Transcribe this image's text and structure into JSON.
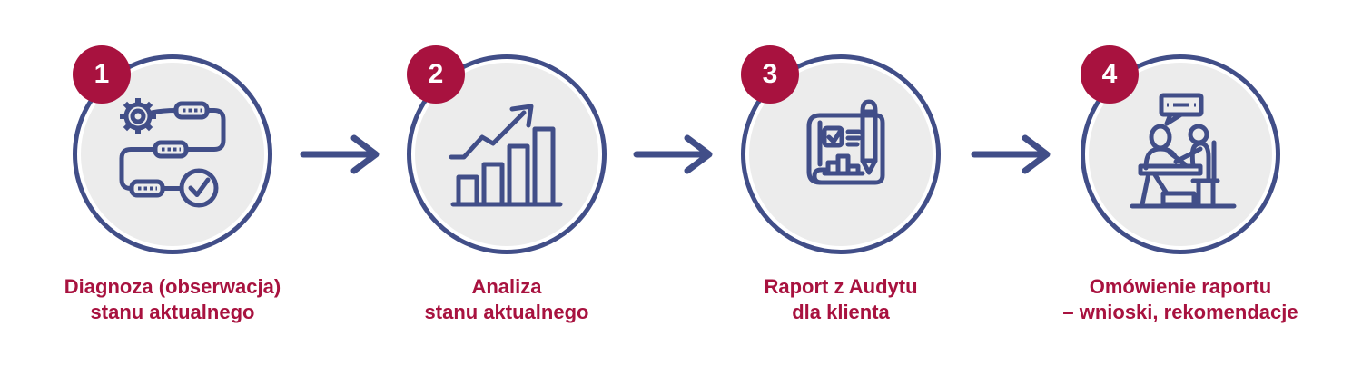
{
  "colors": {
    "accent_red": "#a8123f",
    "navy": "#414e88",
    "circle_fill": "#ececec",
    "background": "#ffffff",
    "badge_text": "#ffffff"
  },
  "connector_icon": "right-arrow-icon",
  "steps": [
    {
      "number": "1",
      "icon": "process-flow-icon",
      "label_line1": "Diagnoza (obserwacja)",
      "label_line2": "stanu aktualnego"
    },
    {
      "number": "2",
      "icon": "growth-chart-icon",
      "label_line1": "Analiza",
      "label_line2": "stanu aktualnego"
    },
    {
      "number": "3",
      "icon": "audit-report-icon",
      "label_line1": "Raport z Audytu",
      "label_line2": "dla klienta"
    },
    {
      "number": "4",
      "icon": "meeting-discussion-icon",
      "label_line1": "Omówienie raportu",
      "label_line2": "– wnioski, rekomendacje"
    }
  ]
}
